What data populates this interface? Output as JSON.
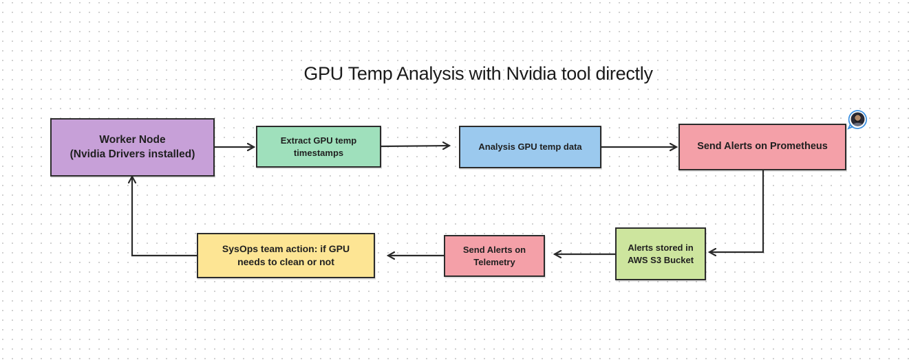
{
  "diagram": {
    "title": "GPU Temp Analysis with Nvidia tool directly",
    "nodes": [
      {
        "id": "worker",
        "lines": [
          "Worker Node",
          "(Nvidia Drivers installed)"
        ],
        "color": "#c7a0d8"
      },
      {
        "id": "extract",
        "lines": [
          "Extract GPU temp",
          "timestamps"
        ],
        "color": "#9fe0bc"
      },
      {
        "id": "analysis",
        "lines": [
          "Analysis GPU temp data"
        ],
        "color": "#9bc9ee"
      },
      {
        "id": "prom",
        "lines": [
          "Send Alerts on Prometheus"
        ],
        "color": "#f4a0a8"
      },
      {
        "id": "s3",
        "lines": [
          "Alerts stored in",
          "AWS S3 Bucket"
        ],
        "color": "#cde59e"
      },
      {
        "id": "telem",
        "lines": [
          "Send Alerts on",
          "Telemetry"
        ],
        "color": "#f4a0a8"
      },
      {
        "id": "sysops",
        "lines": [
          "SysOps team action: if GPU",
          "needs to clean or not"
        ],
        "color": "#fde594"
      }
    ],
    "edges": [
      {
        "from": "worker",
        "to": "extract"
      },
      {
        "from": "extract",
        "to": "analysis"
      },
      {
        "from": "analysis",
        "to": "prom"
      },
      {
        "from": "prom",
        "to": "s3"
      },
      {
        "from": "s3",
        "to": "telem"
      },
      {
        "from": "telem",
        "to": "sysops"
      },
      {
        "from": "sysops",
        "to": "worker"
      }
    ],
    "collaborator": {
      "icon": "user-avatar-icon"
    }
  }
}
